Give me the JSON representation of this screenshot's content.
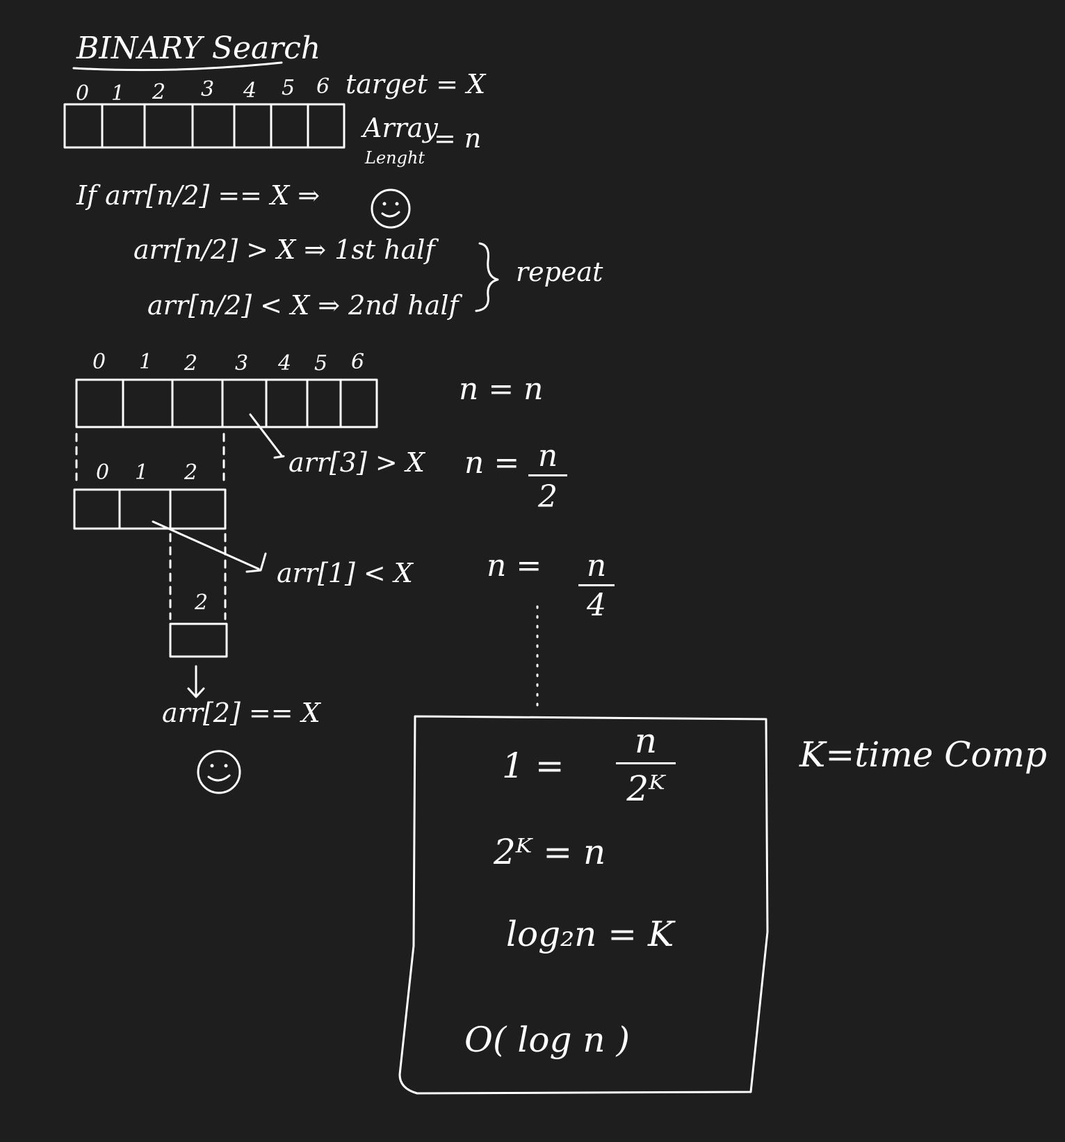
{
  "title": "BINARY Search",
  "array1": {
    "indices": [
      "0",
      "1",
      "2",
      "3",
      "4",
      "5",
      "6"
    ]
  },
  "notes": {
    "target": "target = X",
    "array_length_word1": "Array",
    "array_length_eq": "= n",
    "array_length_word2": "Lenght"
  },
  "rules": {
    "if_line": "If arr[n/2] == X ⇒",
    "gt_line": "arr[n/2] > X ⇒ 1st half",
    "lt_line": "arr[n/2] < X ⇒ 2nd half",
    "repeat": "repeat"
  },
  "array2": {
    "indices": [
      "0",
      "1",
      "2",
      "3",
      "4",
      "5",
      "6"
    ],
    "size_label": "n = n"
  },
  "array3": {
    "indices": [
      "0",
      "1",
      "2"
    ],
    "condition": "arr[3] > X",
    "size_label_left": "n =",
    "size_num": "n",
    "size_den": "2"
  },
  "array4": {
    "indices": [
      "2"
    ],
    "condition": "arr[1] < X",
    "size_label_left": "n =",
    "size_num": "n",
    "size_den": "4"
  },
  "found": {
    "text": "arr[2] == X"
  },
  "derivation": {
    "line1_left": "1 =",
    "line1_num": "n",
    "line1_den": "2ᴷ",
    "line2": "2ᴷ = n",
    "line3": "log₂n = K",
    "line4": "O( log n )"
  },
  "side_note": "K=time Comp"
}
